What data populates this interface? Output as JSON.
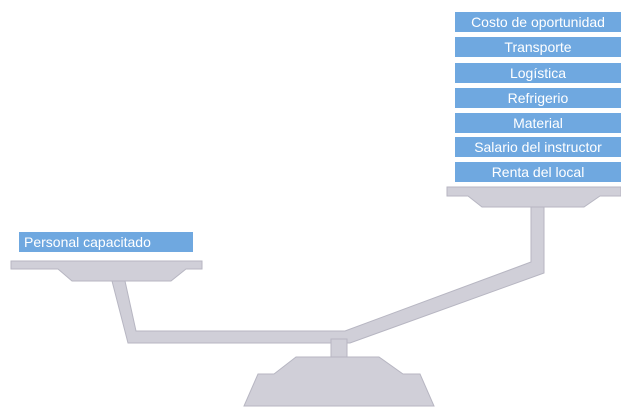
{
  "diagram": {
    "cost_items": [
      "Costo de oportunidad",
      "Transporte",
      "Logística",
      "Refrigerio",
      "Material",
      "Salario del instructor",
      "Renta del local"
    ],
    "benefit_items": [
      "Personal capacitado"
    ],
    "colors": {
      "label_fill": "#6fa8e0",
      "label_text": "#ffffff",
      "scale_fill": "#d0cfd8",
      "scale_stroke": "#b7b6c2"
    }
  }
}
